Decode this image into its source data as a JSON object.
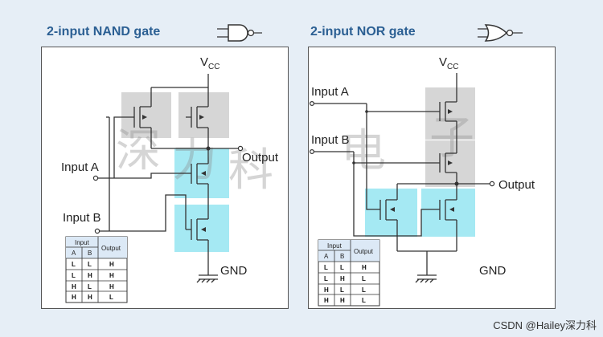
{
  "nand": {
    "title": "2-input NAND gate",
    "vcc": "V",
    "vcc_sub": "CC",
    "output": "Output",
    "input_a": "Input A",
    "input_b": "Input B",
    "gnd": "GND",
    "table": {
      "group_header": "Input",
      "output_header": "Output",
      "col_a": "A",
      "col_b": "B",
      "rows": [
        [
          "L",
          "L",
          "H"
        ],
        [
          "L",
          "H",
          "H"
        ],
        [
          "H",
          "L",
          "H"
        ],
        [
          "H",
          "H",
          "L"
        ]
      ]
    }
  },
  "nor": {
    "title": "2-input NOR gate",
    "vcc": "V",
    "vcc_sub": "CC",
    "output": "Output",
    "input_a": "Input A",
    "input_b": "Input B",
    "gnd": "GND",
    "table": {
      "group_header": "Input",
      "output_header": "Output",
      "col_a": "A",
      "col_b": "B",
      "rows": [
        [
          "L",
          "L",
          "H"
        ],
        [
          "L",
          "H",
          "L"
        ],
        [
          "H",
          "L",
          "L"
        ],
        [
          "H",
          "H",
          "L"
        ]
      ]
    }
  },
  "watermark": [
    "深",
    "力",
    "科",
    "电",
    "子"
  ],
  "credit": "CSDN @Hailey深力科",
  "colors": {
    "title": "#2b5f93",
    "pmos_bg": "#c8c8c8",
    "nmos_bg": "#7fe0ee",
    "background": "#e6eef6"
  }
}
